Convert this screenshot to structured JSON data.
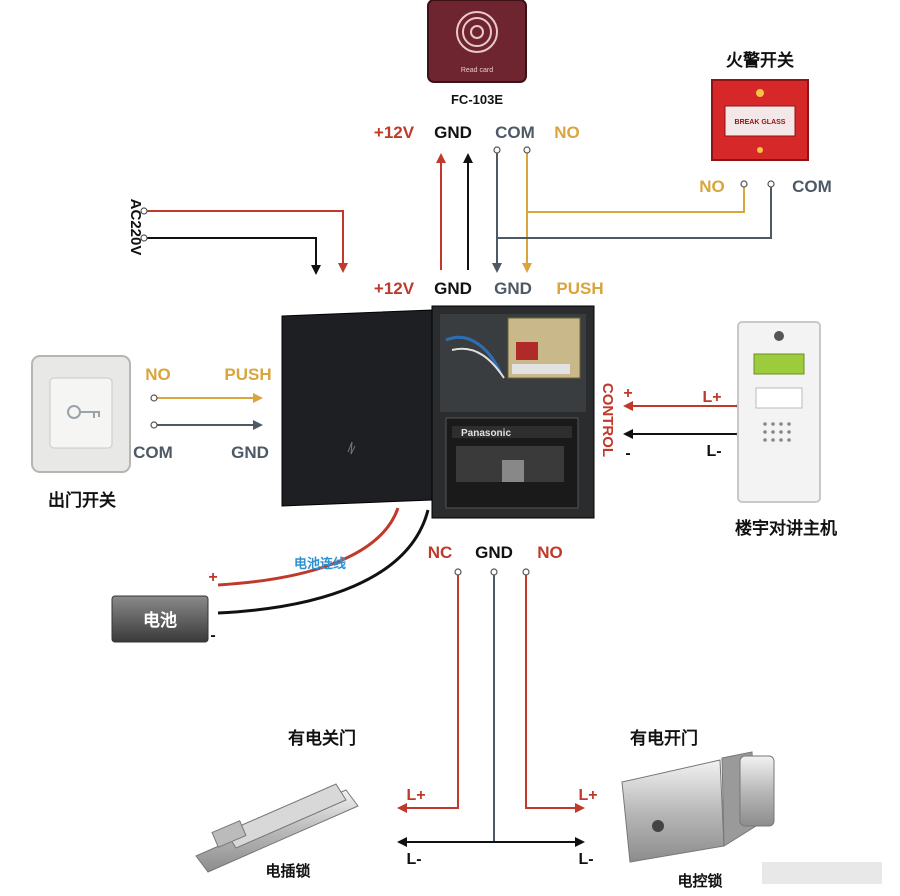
{
  "card_reader": {
    "model": "FC-103E",
    "face_text": "Read card",
    "terminals": [
      "+12V",
      "GND",
      "COM",
      "NO"
    ]
  },
  "fire_alarm": {
    "label": "火警开关",
    "face_text": "BREAK GLASS",
    "no": "NO",
    "com": "COM"
  },
  "ac_input": "AC220V",
  "supply_top_terminals": [
    "+12V",
    "GND",
    "GND",
    "PUSH"
  ],
  "exit_button": {
    "label": "出门开关",
    "no": "NO",
    "com": "COM",
    "push": "PUSH",
    "gnd": "GND"
  },
  "control": {
    "label": "CONTROL",
    "plus": "+",
    "minus": "-"
  },
  "intercom": {
    "label": "楼宇对讲主机",
    "lplus": "L+",
    "lminus": "L-"
  },
  "battery": {
    "label": "电池",
    "wire_label": "电池连线",
    "plus": "+",
    "minus": "-"
  },
  "battery_brand": "Panasonic",
  "output_terminals": [
    "NC",
    "GND",
    "NO"
  ],
  "lock_fail_safe": {
    "title": "有电关门",
    "name": "电插锁",
    "lplus": "L+",
    "lminus": "L-"
  },
  "lock_fail_secure": {
    "title": "有电开门",
    "name": "电控锁",
    "lplus": "L+",
    "lminus": "L-"
  },
  "colors": {
    "red_wire": "#c0392b",
    "black_wire": "#111111",
    "grey_wire": "#4d5a66",
    "yellow_wire": "#d9a53c"
  }
}
